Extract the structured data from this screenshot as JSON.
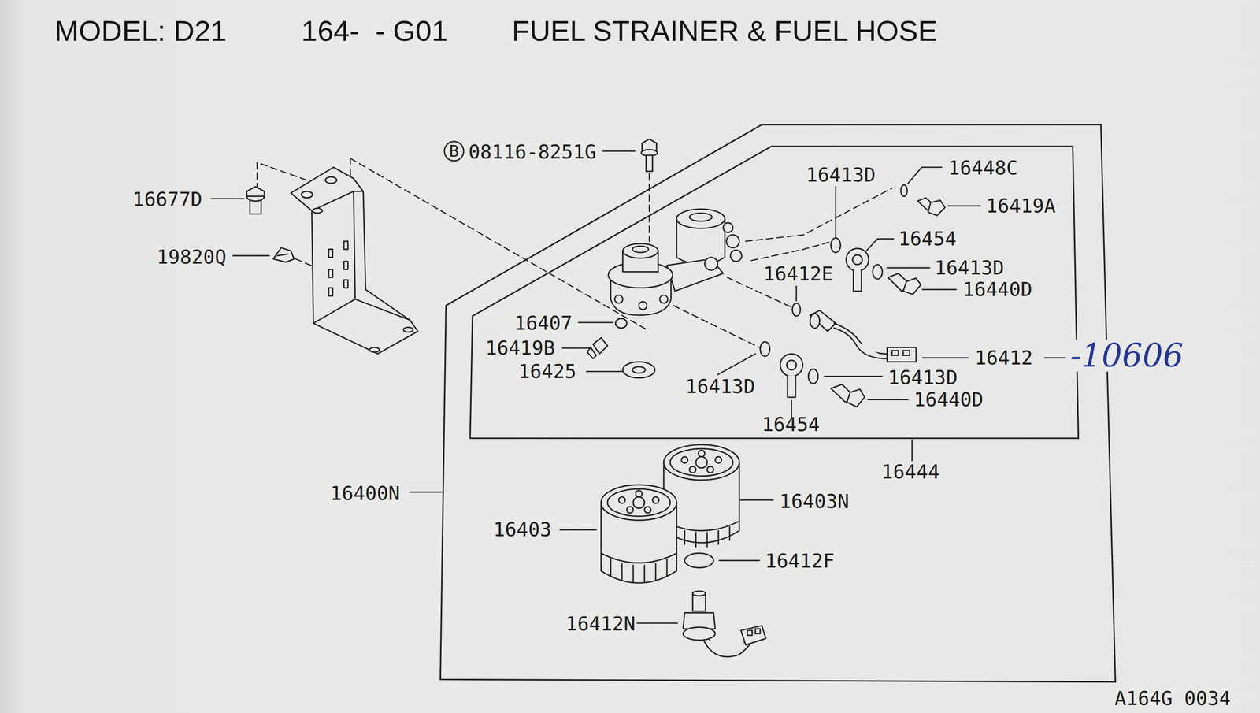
{
  "diagram": {
    "title": "FUEL STRAINER & FUEL HOSE",
    "nodes": [
      {
        "text": [
          "16400N"
        ]
      },
      {
        "text": [
          "16444"
        ],
        "in": 0
      }
    ],
    "labels": [
      "MODEL: D21",
      "164-  - G01",
      "B",
      "08116-8251G",
      "16677D",
      "19820Q",
      "16413D",
      "16448C",
      "16419A",
      "16454",
      "16413D",
      "16412E",
      "16440D",
      "16407",
      "16419B",
      "16412",
      "-10606",
      "16425",
      "16413D",
      "16413D",
      "16440D",
      "16454",
      "16403N",
      "16403",
      "16412F",
      "16412N",
      "A164G 0034"
    ]
  }
}
